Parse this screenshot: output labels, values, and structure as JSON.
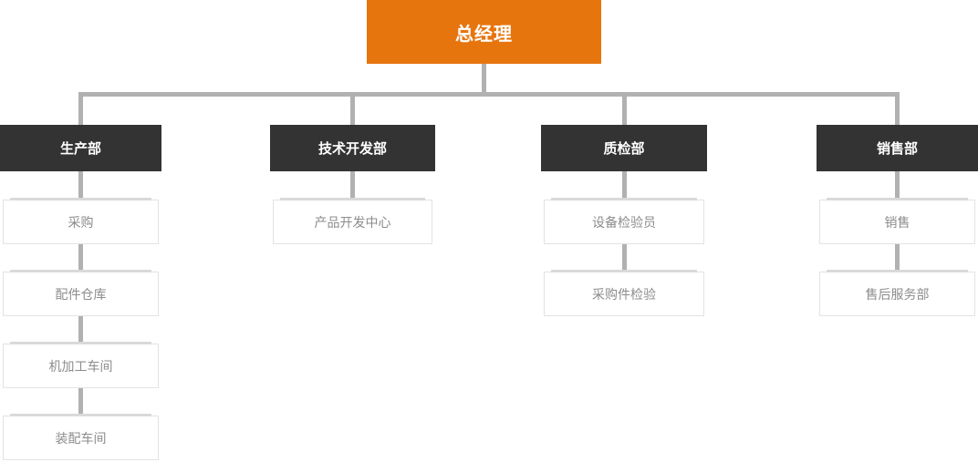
{
  "org_chart": {
    "root": {
      "label": "总经理"
    },
    "departments": [
      {
        "label": "生产部",
        "children": [
          {
            "label": "采购"
          },
          {
            "label": "配件仓库"
          },
          {
            "label": "机加工车间"
          },
          {
            "label": "装配车间"
          }
        ]
      },
      {
        "label": "技术开发部",
        "children": [
          {
            "label": "产品开发中心"
          }
        ]
      },
      {
        "label": "质检部",
        "children": [
          {
            "label": "设备检验员"
          },
          {
            "label": "采购件检验"
          }
        ]
      },
      {
        "label": "销售部",
        "children": [
          {
            "label": "销售"
          },
          {
            "label": "售后服务部"
          }
        ]
      }
    ]
  },
  "colors": {
    "root_bg": "#E7750E",
    "dept_bg": "#333333",
    "leaf_bg": "#FFFFFF",
    "leaf_border": "#E3E3E3",
    "leaf_text": "#8C8C8C",
    "node_text": "#FFFFFF",
    "connector": "#B1B1B1",
    "background": "#FFFFFF"
  }
}
